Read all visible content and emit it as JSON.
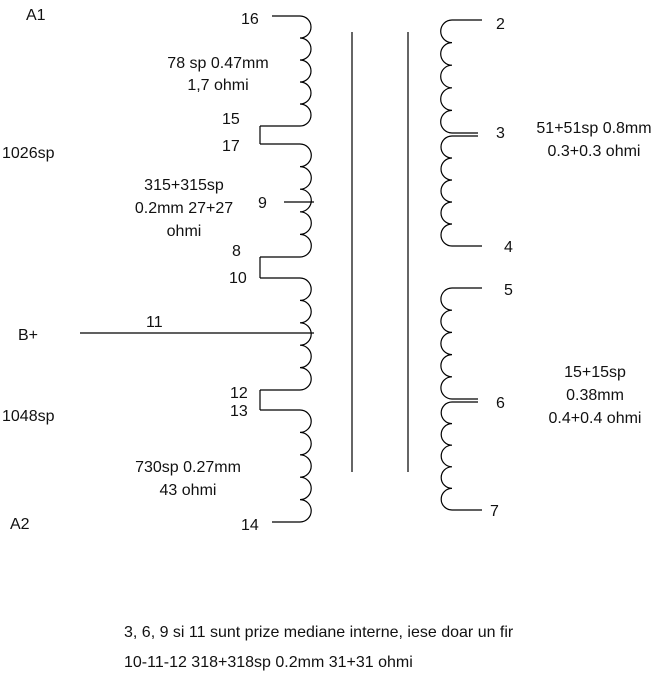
{
  "colors": {
    "line": "#000000",
    "text": "#111111",
    "background": "#ffffff"
  },
  "side_labels": {
    "a1": "A1",
    "a2": "A2",
    "primary_upper_turns": "1026sp",
    "primary_lower_turns": "1048sp",
    "b_plus": "B+"
  },
  "pins": {
    "p16": "16",
    "p15": "15",
    "p17": "17",
    "p9": "9",
    "p8": "8",
    "p10": "10",
    "p11": "11",
    "p12": "12",
    "p13": "13",
    "p14": "14",
    "p2": "2",
    "p3": "3",
    "p4": "4",
    "p5": "5",
    "p6": "6",
    "p7": "7"
  },
  "windings": {
    "w16_15": {
      "line1": "78 sp 0.47mm",
      "line2": "1,7 ohmi"
    },
    "w17_8": {
      "line1": "315+315sp",
      "line2": "0.2mm 27+27",
      "line3": "ohmi"
    },
    "w13_14": {
      "line1": "730sp 0.27mm",
      "line2": "43 ohmi"
    },
    "w2_4": {
      "line1": "51+51sp 0.8mm",
      "line2": "0.3+0.3 ohmi"
    },
    "w5_7": {
      "line1": "15+15sp",
      "line2": "0.38mm",
      "line3": "0.4+0.4 ohmi"
    }
  },
  "notes": {
    "note1": "3, 6, 9 si 11 sunt prize mediane interne, iese doar un fir",
    "note2": "10-11-12 318+318sp 0.2mm 31+31 ohmi"
  }
}
